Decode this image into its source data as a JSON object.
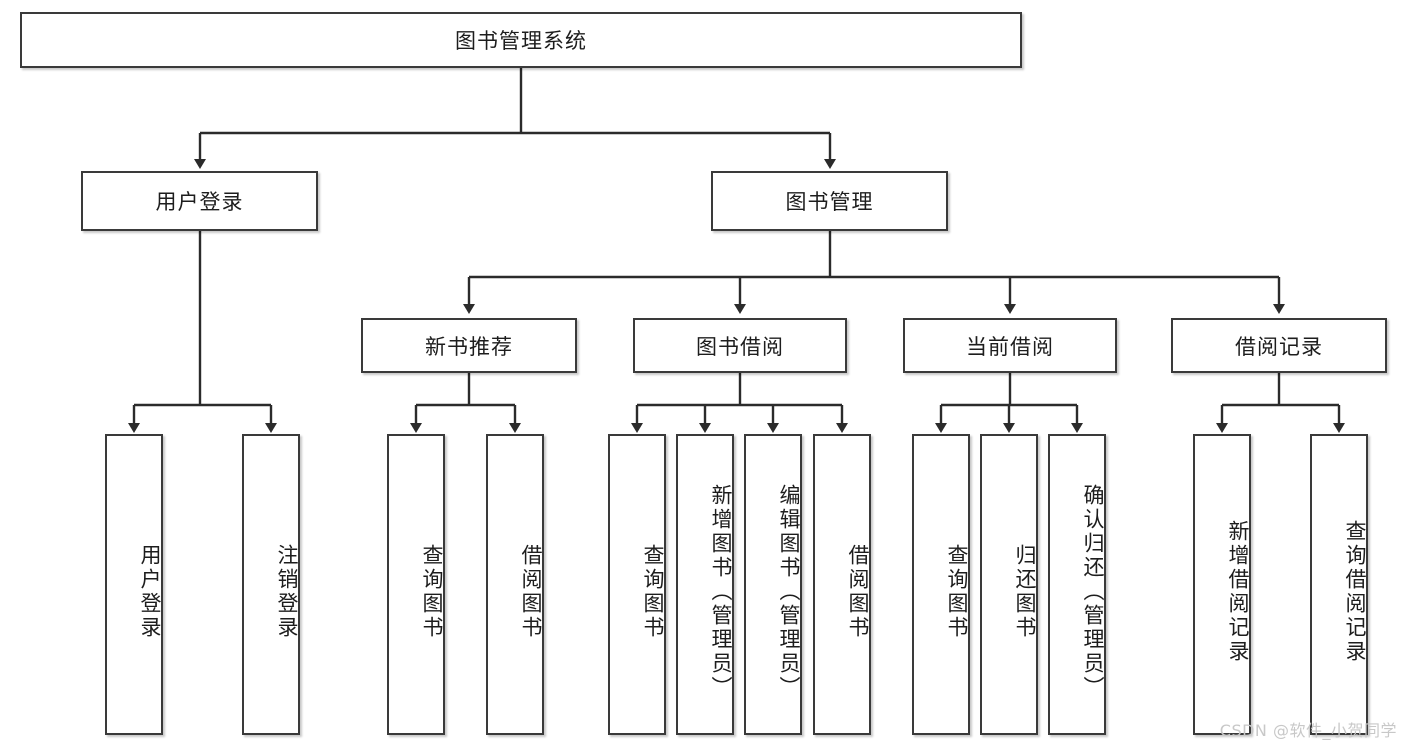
{
  "diagram": {
    "title": "图书管理系统",
    "type": "hierarchy-tree",
    "root": {
      "label": "图书管理系统"
    },
    "level2": [
      {
        "label": "用户登录"
      },
      {
        "label": "图书管理"
      }
    ],
    "level3": [
      {
        "label": "新书推荐"
      },
      {
        "label": "图书借阅"
      },
      {
        "label": "当前借阅"
      },
      {
        "label": "借阅记录"
      }
    ],
    "leaves": {
      "user_login": [
        {
          "label": "用户登录"
        },
        {
          "label": "注销登录"
        }
      ],
      "new_book_recommend": [
        {
          "label": "查询图书"
        },
        {
          "label": "借阅图书"
        }
      ],
      "book_borrow": [
        {
          "label": "查询图书"
        },
        {
          "label": "新增图书（管理员）"
        },
        {
          "label": "编辑图书（管理员）"
        },
        {
          "label": "借阅图书"
        }
      ],
      "current_borrow": [
        {
          "label": "查询图书"
        },
        {
          "label": "归还图书"
        },
        {
          "label": "确认归还（管理员）"
        }
      ],
      "borrow_record": [
        {
          "label": "新增借阅记录"
        },
        {
          "label": "查询借阅记录"
        }
      ]
    }
  },
  "watermark": {
    "text": "CSDN @软件_小贺同学"
  },
  "colors": {
    "border": "#3a3a3a",
    "text": "#1d1d1d",
    "background": "#ffffff",
    "watermark": "#c8c8c8"
  }
}
